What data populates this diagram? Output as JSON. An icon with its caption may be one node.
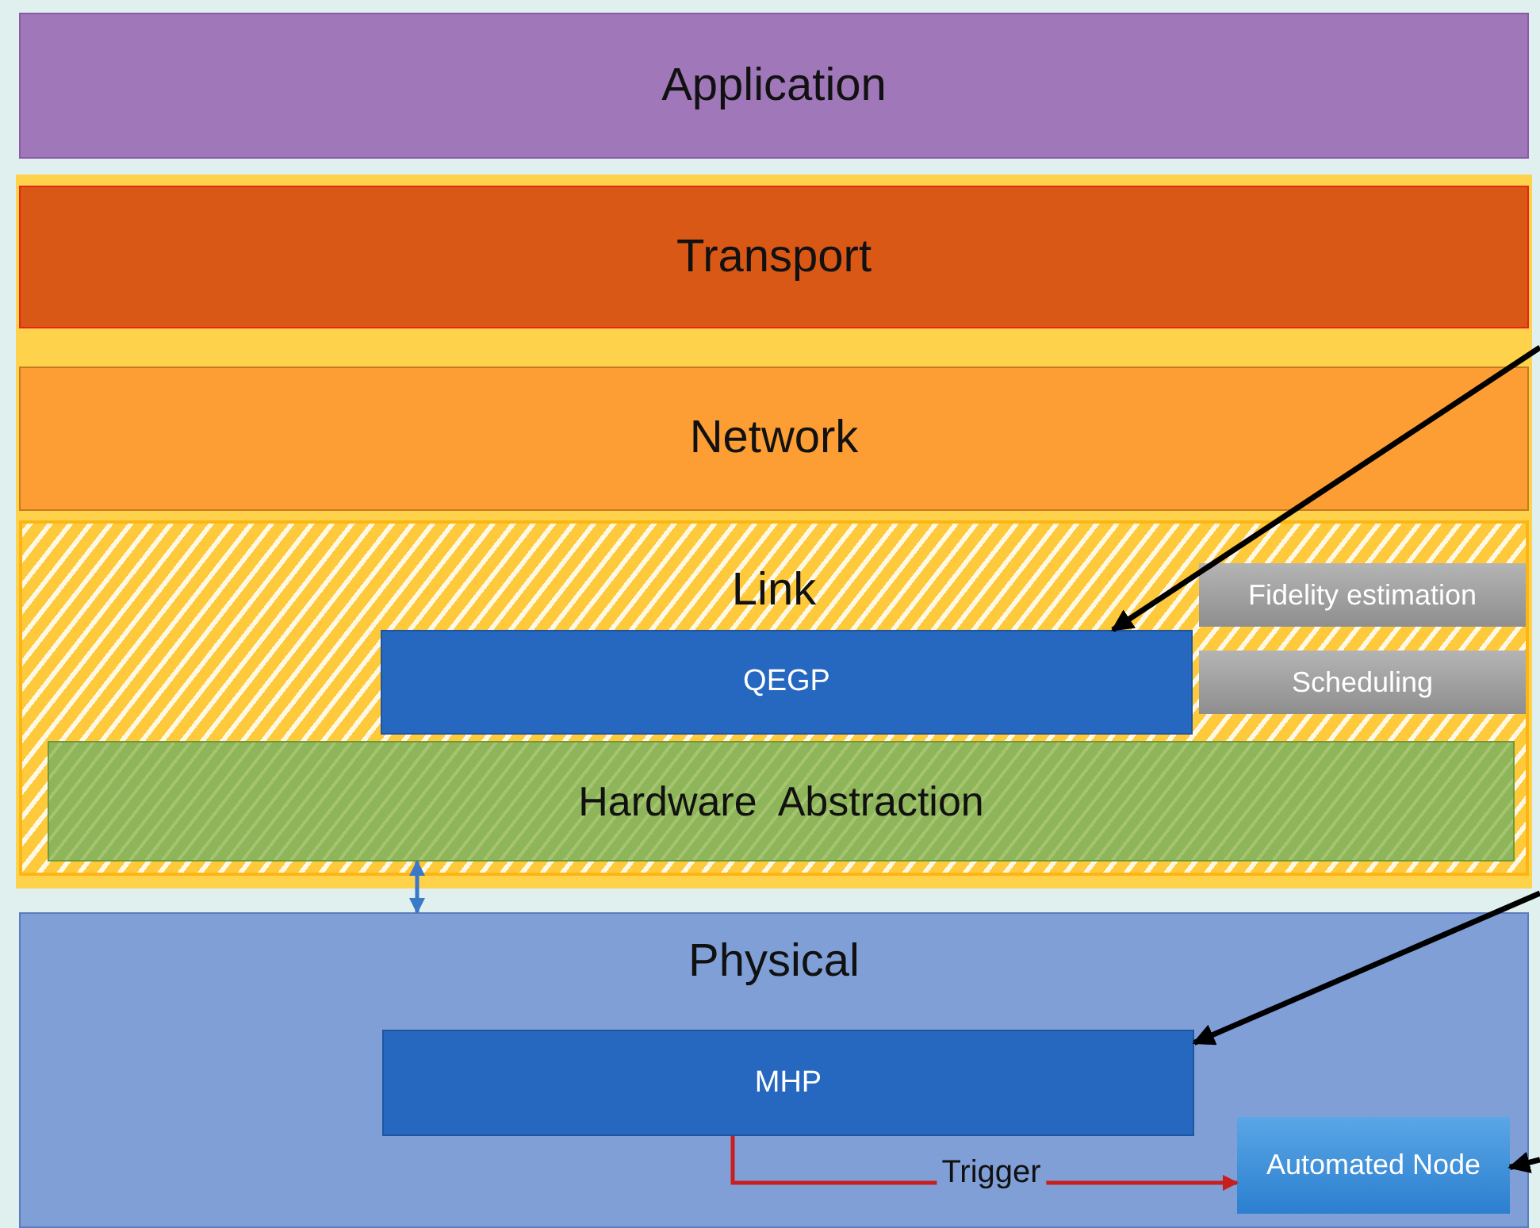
{
  "diagram": {
    "nodes": [
      {
        "text": [
          "Application"
        ]
      },
      {
        "text": [
          "Transport"
        ]
      },
      {
        "text": [
          "Network"
        ]
      },
      {
        "text": [
          "Link"
        ]
      },
      {
        "text": [
          "QEGP"
        ],
        "in": 3
      },
      {
        "text": [
          "Fidelity estimation"
        ],
        "in": 3
      },
      {
        "text": [
          "Scheduling"
        ],
        "in": 3
      },
      {
        "text": [
          "Hardware  Abstraction"
        ],
        "in": 3
      },
      {
        "text": [
          "Physical"
        ]
      },
      {
        "text": [
          "MHP"
        ],
        "in": 8
      },
      {
        "text": [
          "Automated Node"
        ],
        "in": 8
      }
    ],
    "edges": [
      {
        "from": null,
        "to": 4,
        "arrow": "to"
      },
      {
        "from": 7,
        "to": 8,
        "arrow": "both",
        "color": "#3a78c8"
      },
      {
        "from": null,
        "to": 9,
        "arrow": "to"
      },
      {
        "from": 9,
        "to": 10,
        "arrow": "to",
        "label": "Trigger",
        "color": "#c81e1e"
      },
      {
        "from": null,
        "to": 10,
        "arrow": "to"
      }
    ]
  }
}
